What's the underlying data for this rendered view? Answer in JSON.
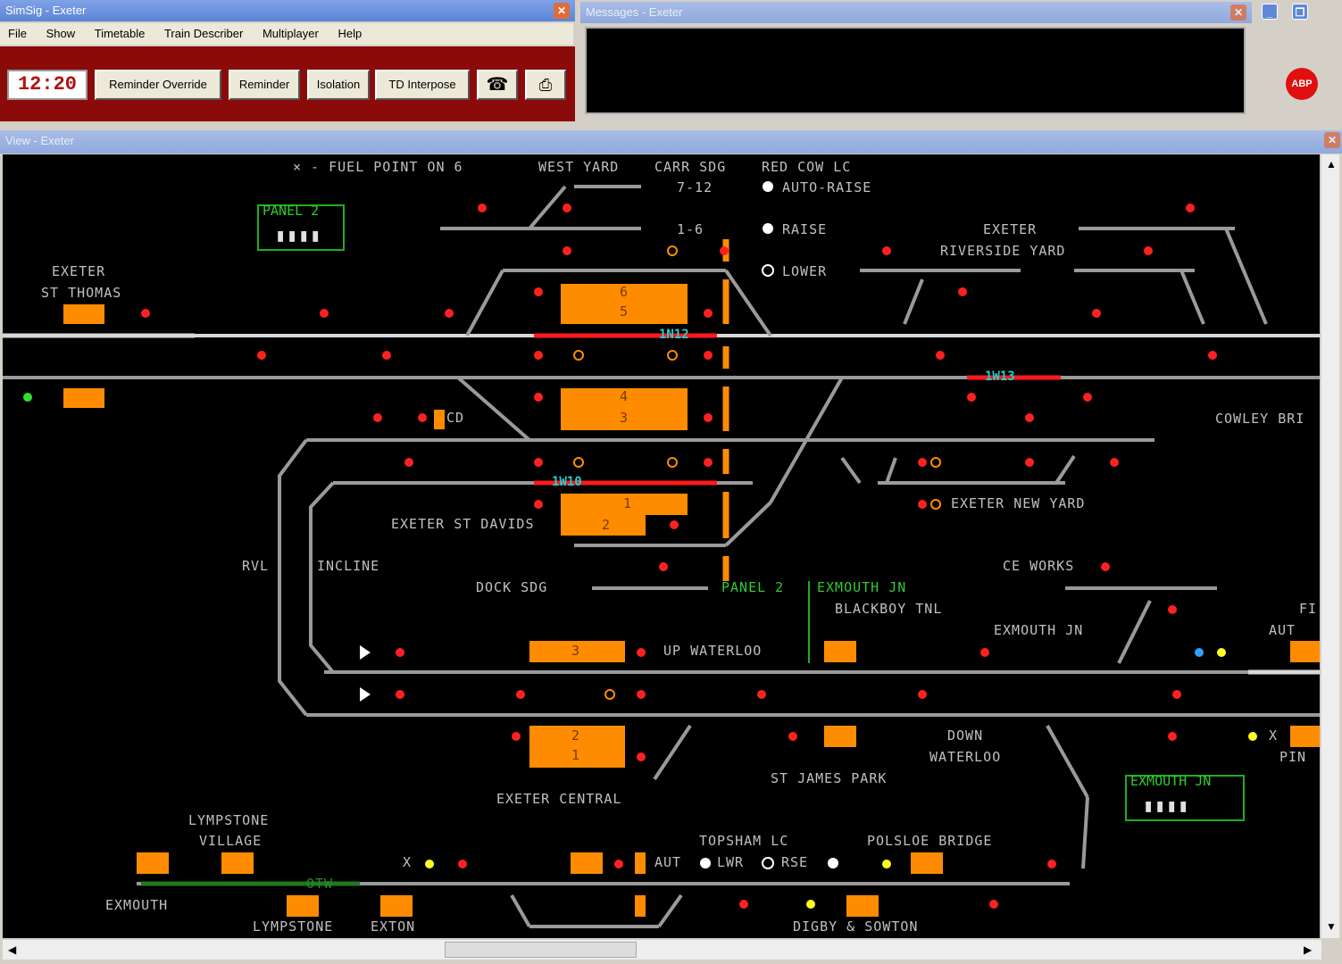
{
  "main_window": {
    "title": "SimSig - Exeter",
    "menu": [
      "File",
      "Show",
      "Timetable",
      "Train Describer",
      "Multiplayer",
      "Help"
    ],
    "clock": "12:20",
    "buttons": [
      "Reminder Override",
      "Reminder",
      "Isolation",
      "TD Interpose"
    ],
    "phone_icon": "telephone-icon",
    "printer_icon": "printer-icon"
  },
  "messages_window": {
    "title": "Messages - Exeter"
  },
  "view_window": {
    "title": "View - Exeter"
  },
  "browser_badge": "ABP",
  "colors": {
    "track": "#9a9a9a",
    "route_set": "#e01010",
    "platform": "#ff8c00",
    "panel_border": "#1fae1f",
    "td_berth_text": "#20d0d0",
    "signal_red": "#ff2020",
    "signal_yellow": "#ffff20"
  },
  "diagram": {
    "labels": {
      "fuel_point": "× - FUEL POINT ON 6",
      "west_yard": "WEST YARD",
      "carr_sdg": "CARR SDG",
      "red_cow_lc": "RED COW LC",
      "auto_raise": "AUTO-RAISE",
      "raise": "RAISE",
      "lower": "LOWER",
      "road_7_12": "7-12",
      "road_1_6": "1-6",
      "exeter_riverside_1": "EXETER",
      "exeter_riverside_2": "RIVERSIDE YARD",
      "exeter_st_thomas_1": "EXETER",
      "exeter_st_thomas_2": "ST THOMAS",
      "cowley_bridge": "COWLEY BRI",
      "exeter_st_davids": "EXETER ST DAVIDS",
      "exeter_new_yard": "EXETER NEW YARD",
      "rvl": "RVL",
      "incline": "INCLINE",
      "dock_sdg": "DOCK SDG",
      "ce_works": "CE WORKS",
      "blackboy_tnl": "BLACKBOY TNL",
      "exmouth_jn": "EXMOUTH JN",
      "aut": "AUT",
      "up_waterloo": "UP WATERLOO",
      "down_waterloo_1": "DOWN",
      "down_waterloo_2": "WATERLOO",
      "st_james_park": "ST JAMES PARK",
      "exeter_central": "EXETER CENTRAL",
      "lympstone_village_1": "LYMPSTONE",
      "lympstone_village_2": "VILLAGE",
      "topsham_lc": "TOPSHAM LC",
      "polsloe_bridge": "POLSLOE BRIDGE",
      "aut2": "AUT",
      "lwr": "LWR",
      "rse": "RSE",
      "exmouth": "EXMOUTH",
      "otw": "OTW",
      "lympstone": "LYMPSTONE",
      "exton": "EXTON",
      "digby_sowton": "DIGBY & SOWTON",
      "fi": "FI",
      "pin": "PIN",
      "cd": "CD",
      "x_left": "X",
      "x_right": "X"
    },
    "panels": {
      "panel_2_top": "PANEL 2",
      "panel_2_mid": "PANEL 2",
      "exmouth_jn_mid": "EXMOUTH JN",
      "exmouth_jn_box": "EXMOUTH JN",
      "bars": "▮▮▮▮"
    },
    "td_berths": {
      "b1": "1N12",
      "b2": "1W13",
      "b3": "1W10"
    },
    "platforms": {
      "p6": "6",
      "p5": "5",
      "p4": "4",
      "p3": "3",
      "p1": "1",
      "p2": "2",
      "c3": "3",
      "c2": "2",
      "c1": "1"
    }
  }
}
